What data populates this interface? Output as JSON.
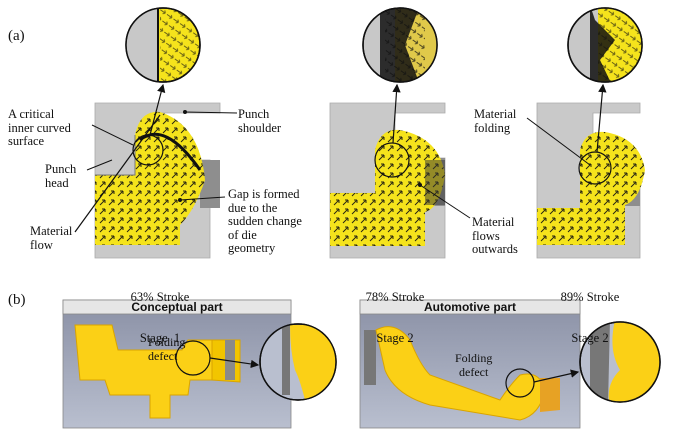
{
  "panel_a": {
    "label": "(a)",
    "annotations": {
      "critical_surface": "A critical\ninner curved\nsurface",
      "punch_head": "Punch\nhead",
      "material_flow": "Material\nflow",
      "punch_shoulder": "Punch\nshoulder",
      "gap": "Gap is formed\ndue to the\nsudden change\nof die\ngeometry",
      "flows_outwards": "Material\nflows\noutwards",
      "folding": "Material\nfolding"
    },
    "stages": [
      {
        "stroke": "63% Stroke",
        "stage": "Stage  1"
      },
      {
        "stroke": "78% Stroke",
        "stage": "Stage 2"
      },
      {
        "stroke": "89% Stroke",
        "stage": "Stage 2"
      }
    ]
  },
  "panel_b": {
    "label": "(b)",
    "conceptual": {
      "title": "Conceptual part",
      "defect": "Folding\ndefect"
    },
    "automotive": {
      "title": "Automotive part",
      "defect": "Folding\ndefect"
    }
  },
  "colors": {
    "material": "#f5e31c",
    "die": "#c8c8c8",
    "panel_bg": "#a9afc2",
    "part": "#fbd016"
  }
}
